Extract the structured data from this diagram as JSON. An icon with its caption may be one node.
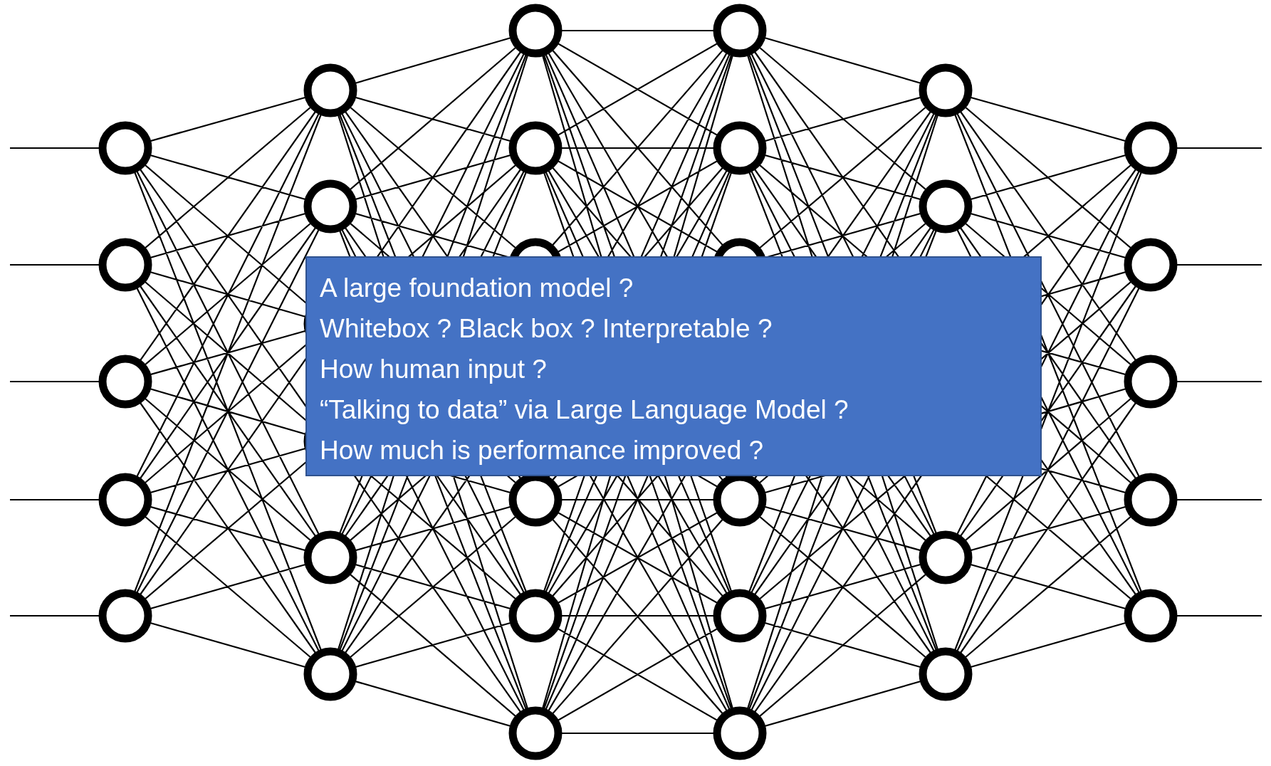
{
  "diagram": {
    "nodes": [
      {
        "text": [
          "A large foundation model ?",
          "Whitebox ? Black box ? Interpretable ?",
          "How human input ?",
          "“Talking to data” via Large Language Model ?",
          "How much is performance improved ?"
        ]
      }
    ]
  }
}
